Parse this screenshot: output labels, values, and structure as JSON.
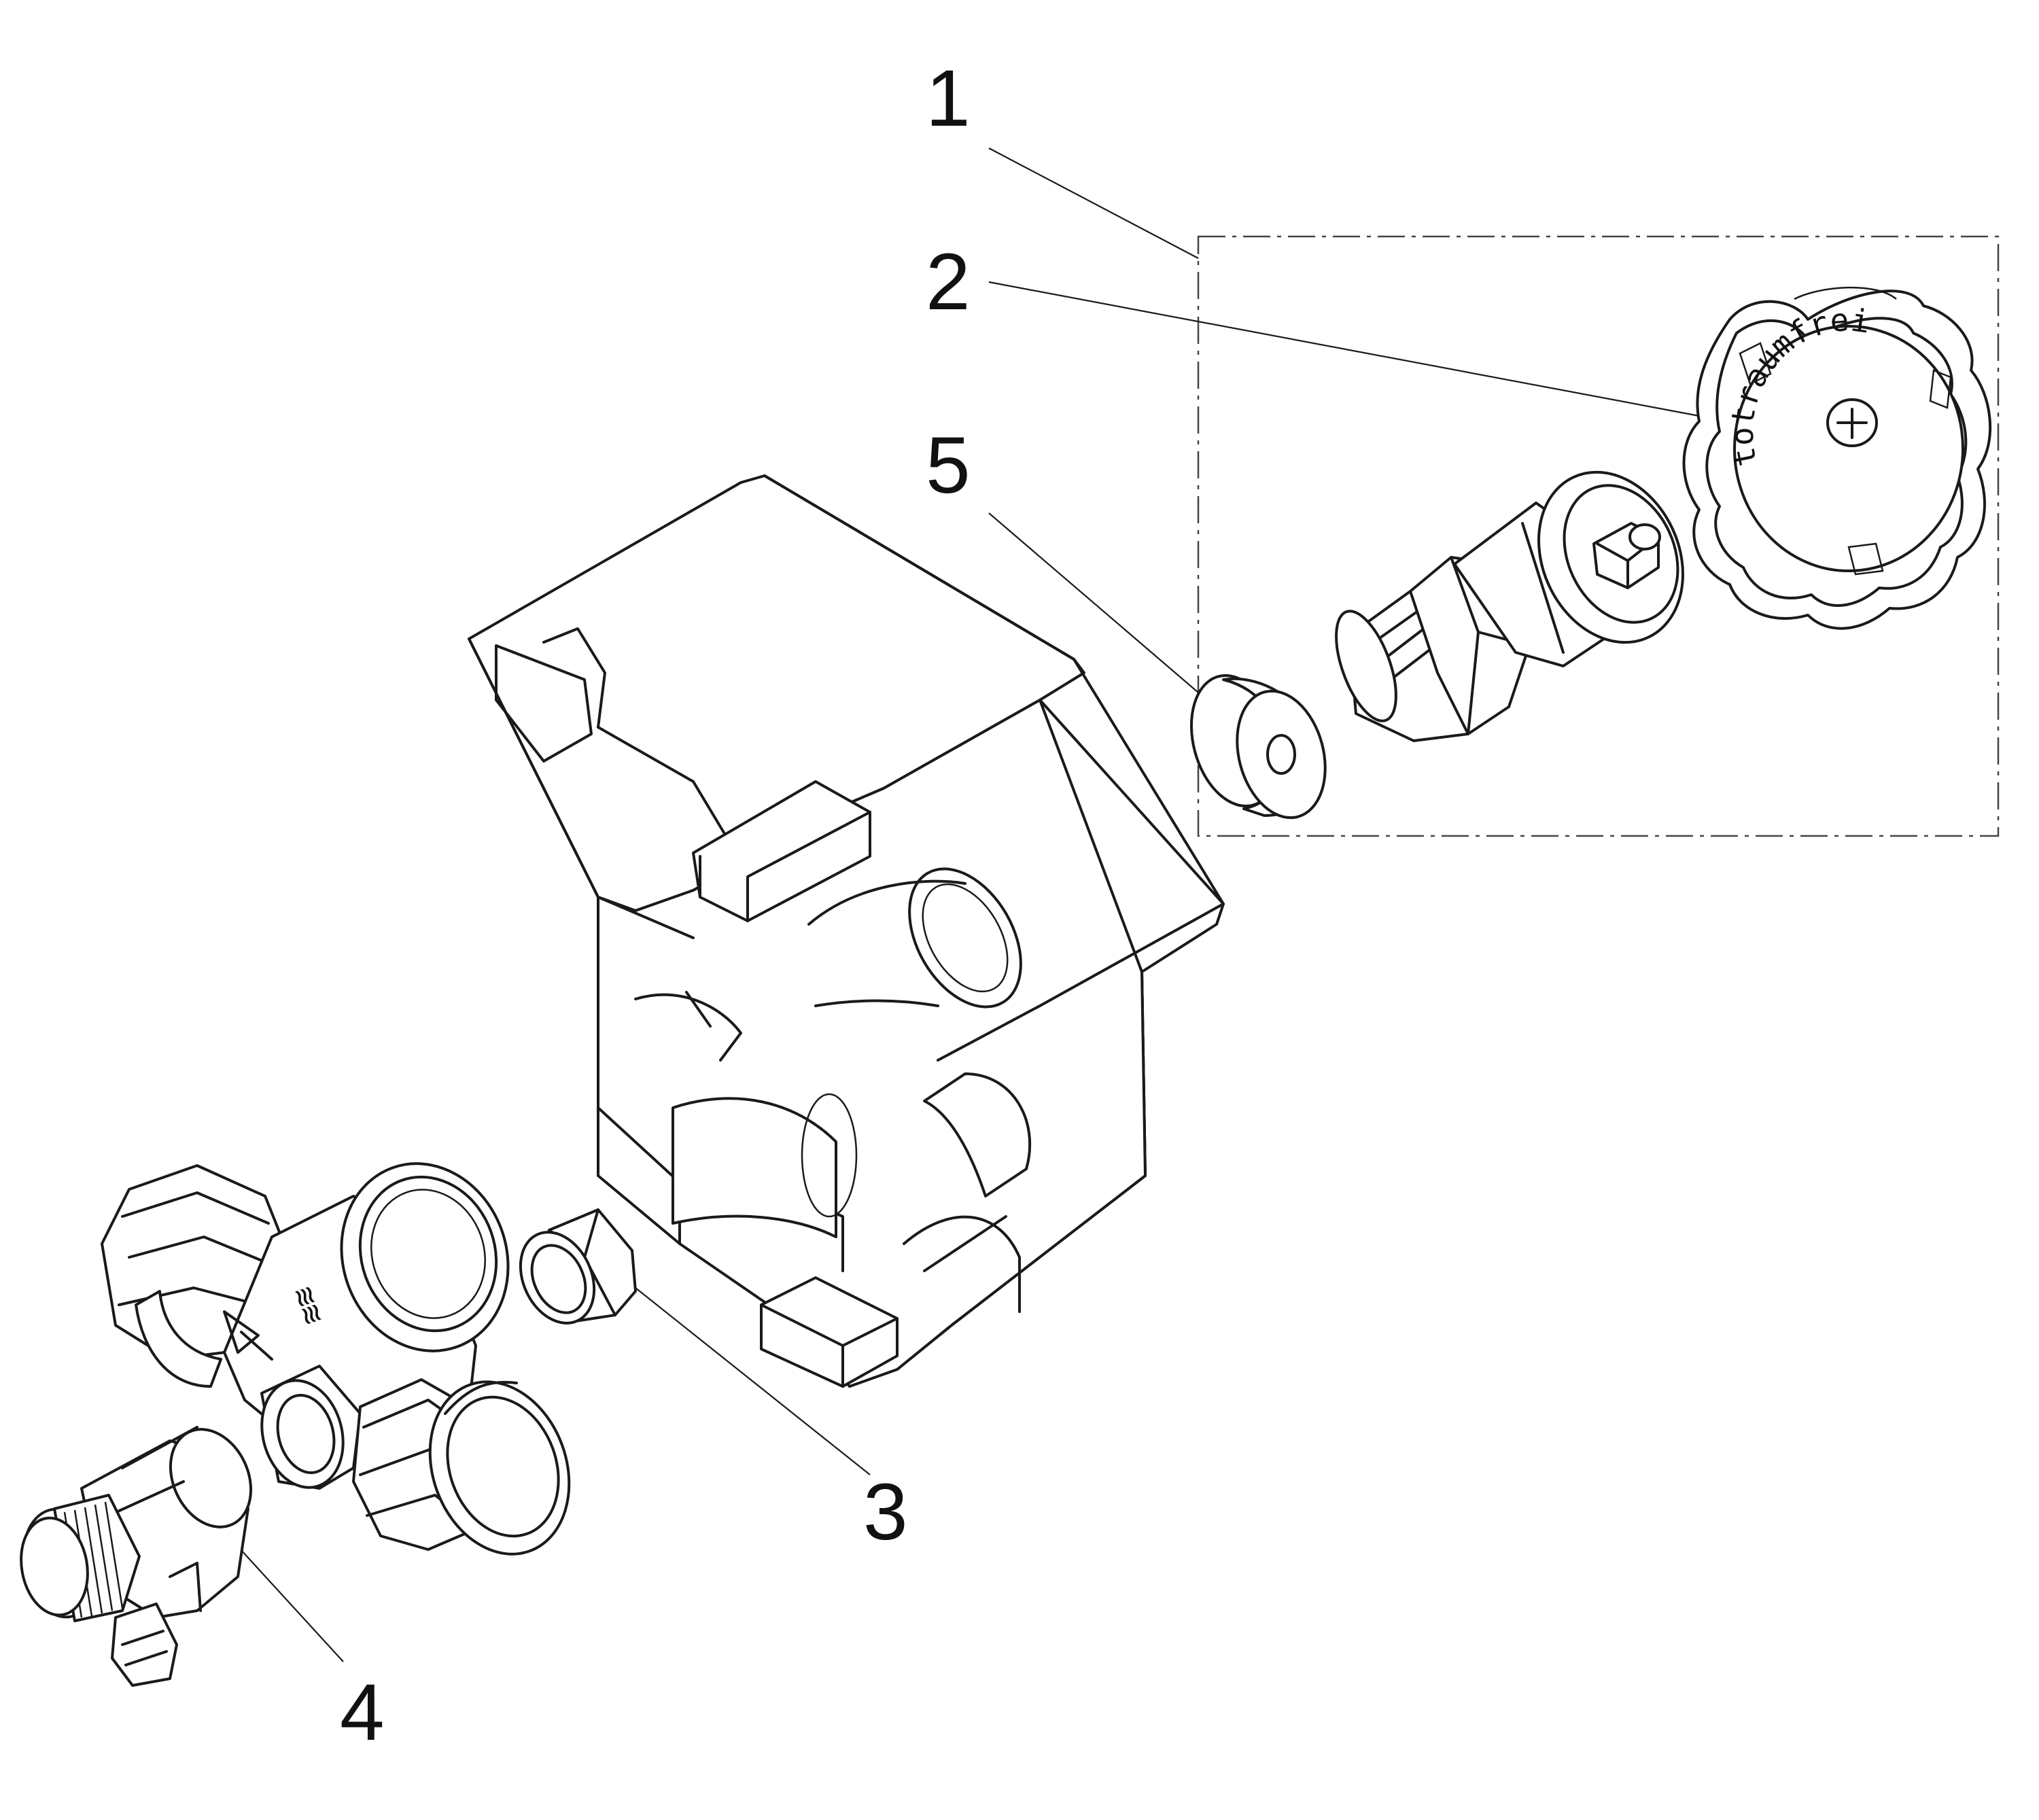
{
  "callouts": [
    {
      "id": "1",
      "label": "1"
    },
    {
      "id": "2",
      "label": "2"
    },
    {
      "id": "3",
      "label": "3"
    },
    {
      "id": "4",
      "label": "4"
    },
    {
      "id": "5",
      "label": "5"
    }
  ],
  "handwheel_text": "totraumfrei"
}
